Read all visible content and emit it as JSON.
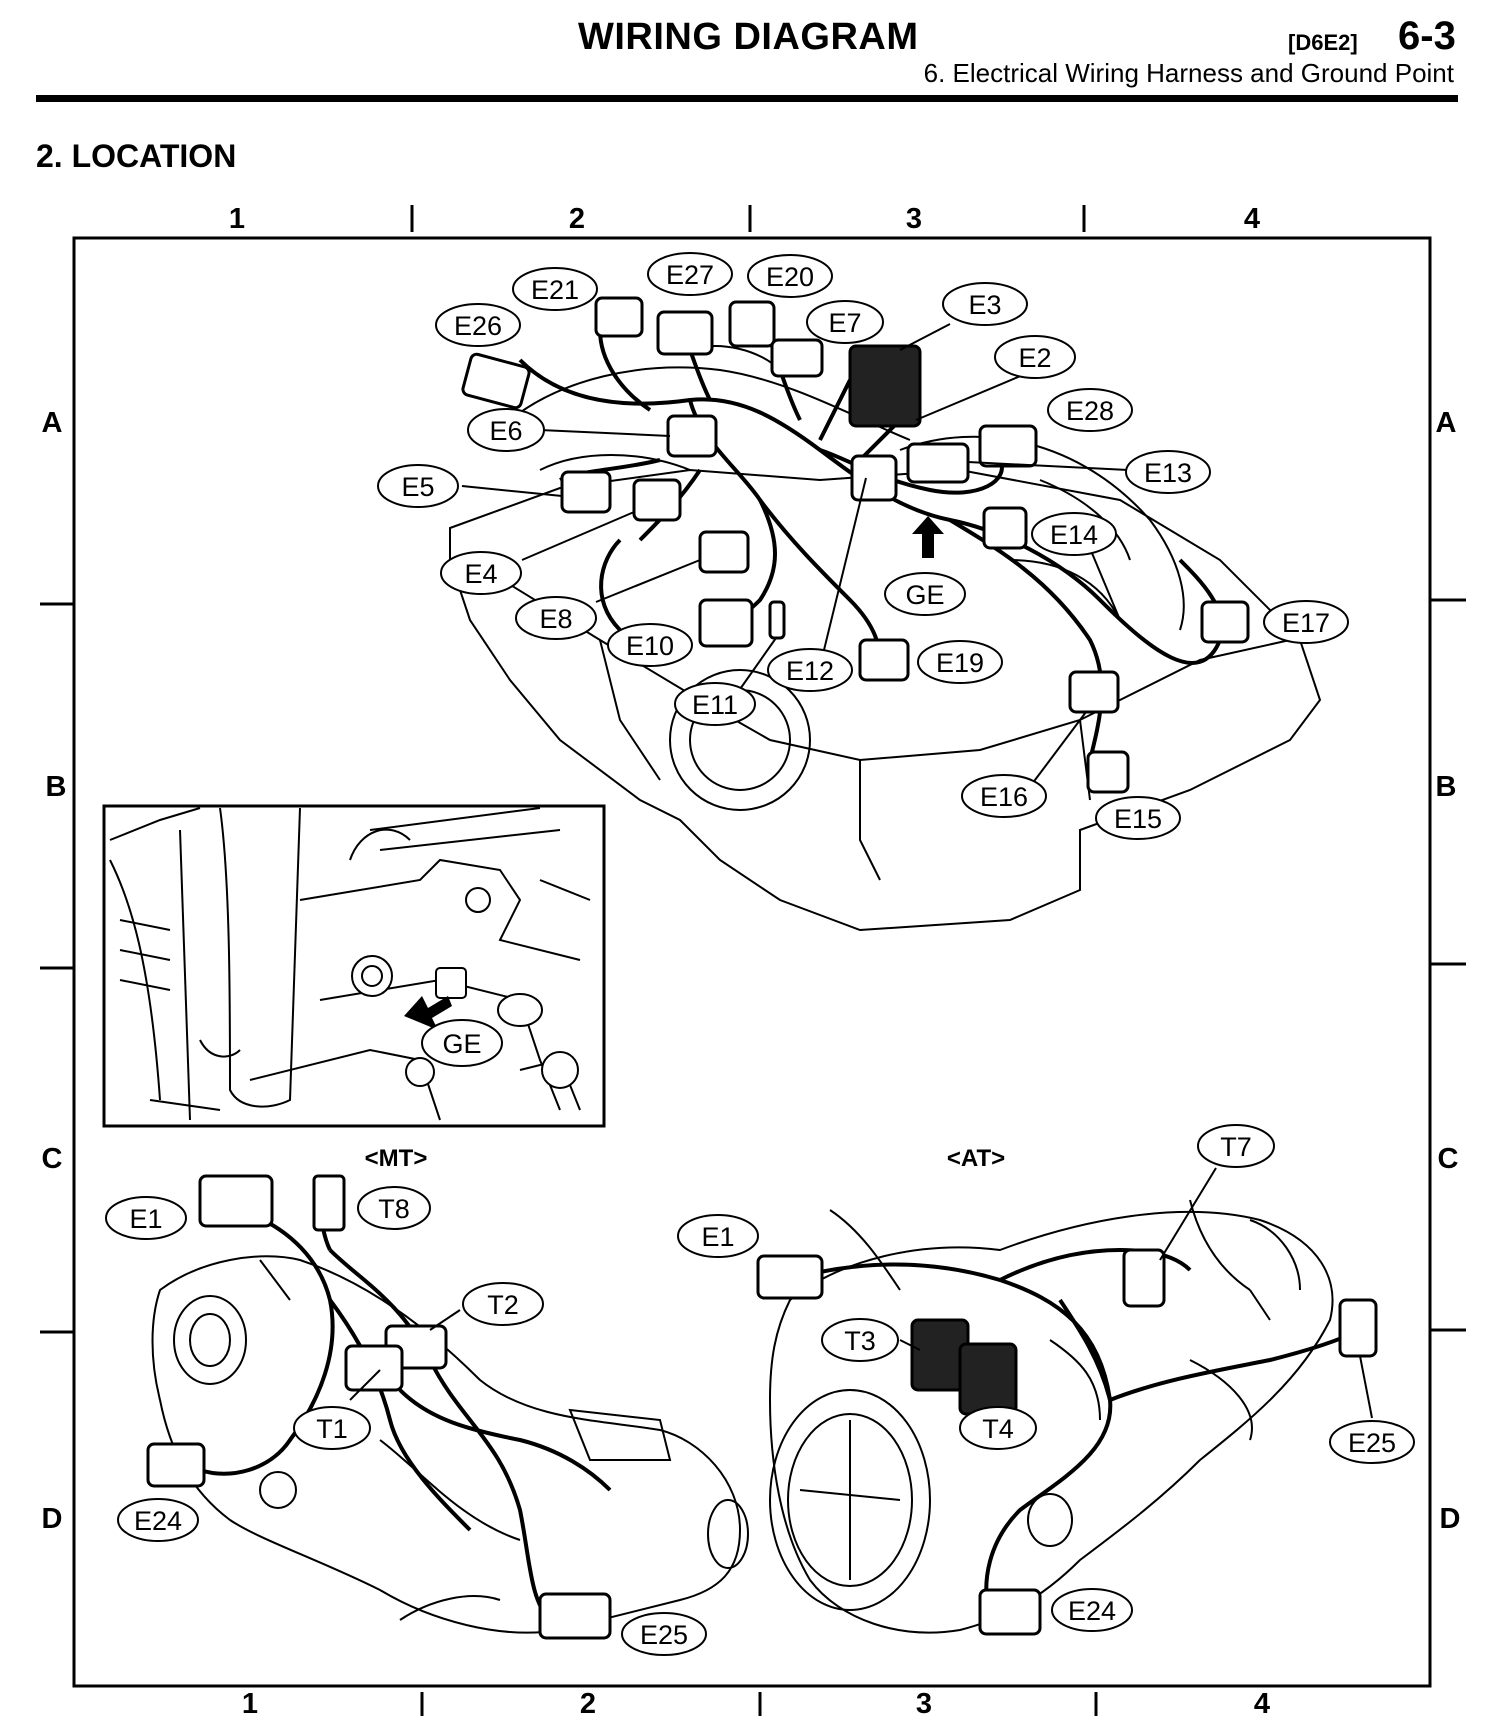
{
  "header": {
    "title": "WIRING DIAGRAM",
    "code": "[D6E2]",
    "page": "6-3",
    "subtitle": "6.  Electrical Wiring Harness and Ground Point"
  },
  "section_title": "2.  LOCATION",
  "grid": {
    "columns": [
      "1",
      "2",
      "3",
      "4"
    ],
    "rows": [
      "A",
      "B",
      "C",
      "D"
    ]
  },
  "views": {
    "mt": "<MT>",
    "at": "<AT>"
  },
  "engine_labels": [
    "E21",
    "E27",
    "E20",
    "E3",
    "E26",
    "E7",
    "E2",
    "E28",
    "E6",
    "E13",
    "E5",
    "E14",
    "E4",
    "GE",
    "E17",
    "E8",
    "E10",
    "E19",
    "E12",
    "E11",
    "E16",
    "E15"
  ],
  "inset_labels": [
    "GE"
  ],
  "mt_labels": [
    "E1",
    "T8",
    "T2",
    "T1",
    "E24",
    "E25"
  ],
  "at_labels": [
    "T7",
    "E1",
    "T3",
    "T4",
    "E25",
    "E24"
  ]
}
